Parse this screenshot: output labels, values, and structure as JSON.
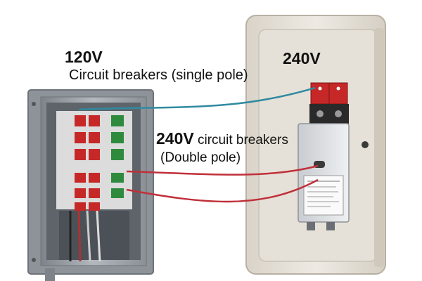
{
  "labels": {
    "left_voltage": "120V",
    "left_caption": "Circuit breakers (single pole)",
    "right_voltage": "240V",
    "double_voltage": "240V",
    "double_caption_suffix": " circuit breakers",
    "double_caption_line2": "(Double pole)"
  },
  "colors": {
    "teal_wire": "#2f8aa0",
    "red_wire": "#c0303a",
    "breaker_red": "#c62828",
    "breaker_green": "#2e8b3e",
    "panel_gray": "#9aa0a6",
    "enclosure_beige": "#e8e3da"
  },
  "icons": [
    "panel-box",
    "enclosure-box",
    "single-pole-breakers",
    "double-pole-breakers",
    "disconnect-switch",
    "screw-icon"
  ]
}
